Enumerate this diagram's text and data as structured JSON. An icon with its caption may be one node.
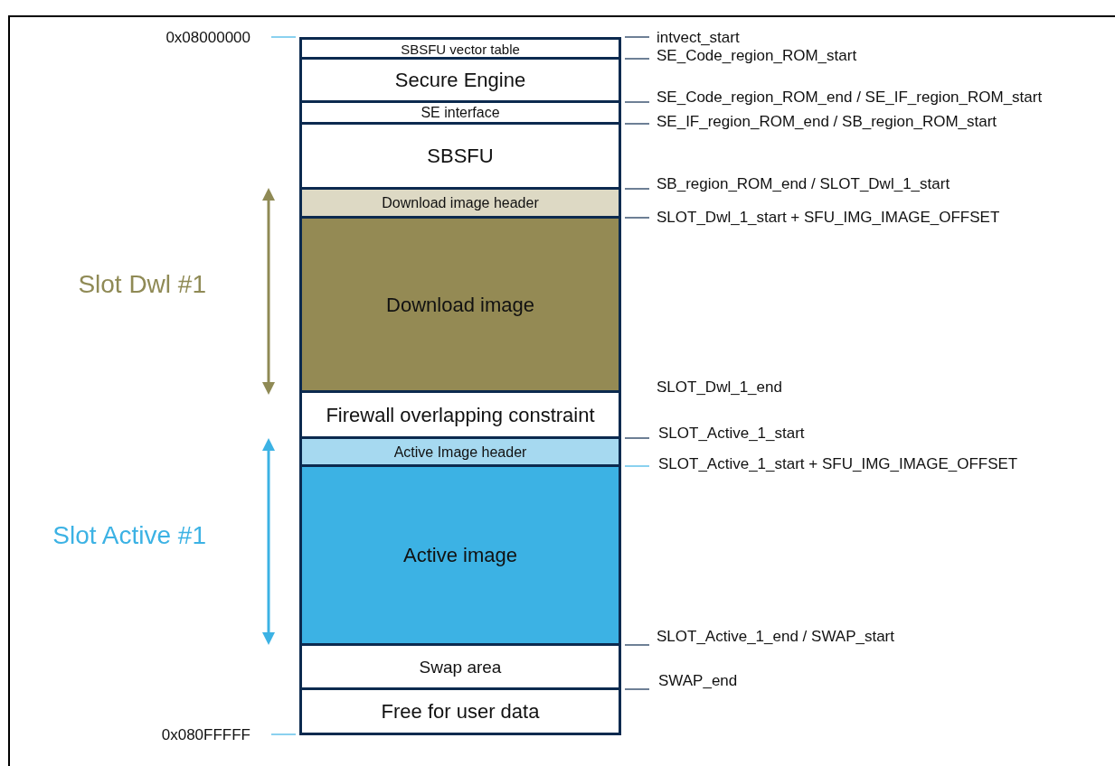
{
  "diagram": {
    "nodes": [
      {
        "text": [
          "SBSFU vector table"
        ]
      },
      {
        "text": [
          "Secure Engine"
        ]
      },
      {
        "text": [
          "SE interface"
        ]
      },
      {
        "text": [
          "SBSFU"
        ]
      },
      {
        "text": [
          "Download image header"
        ]
      },
      {
        "text": [
          "Download image"
        ]
      },
      {
        "text": [
          "Firewall overlapping constraint"
        ]
      },
      {
        "text": [
          "Active Image header"
        ]
      },
      {
        "text": [
          "Active image"
        ]
      },
      {
        "text": [
          "Swap area"
        ]
      },
      {
        "text": [
          "Free for user data"
        ]
      }
    ],
    "labels": [
      "0x08000000",
      "intvect_start",
      "SE_Code_region_ROM_start",
      "SE_Code_region_ROM_end / SE_IF_region_ROM_start",
      "SE_IF_region_ROM_end / SB_region_ROM_start",
      "SB_region_ROM_end / SLOT_Dwl_1_start",
      "SLOT_Dwl_1_start + SFU_IMG_IMAGE_OFFSET",
      "Slot Dwl #1",
      "SLOT_Dwl_1_end",
      "SLOT_Active_1_start",
      "SLOT_Active_1_start + SFU_IMG_IMAGE_OFFSET",
      "Slot Active #1",
      "SLOT_Active_1_end / SWAP_start",
      "SWAP_end",
      "0x080FFFFF"
    ]
  }
}
